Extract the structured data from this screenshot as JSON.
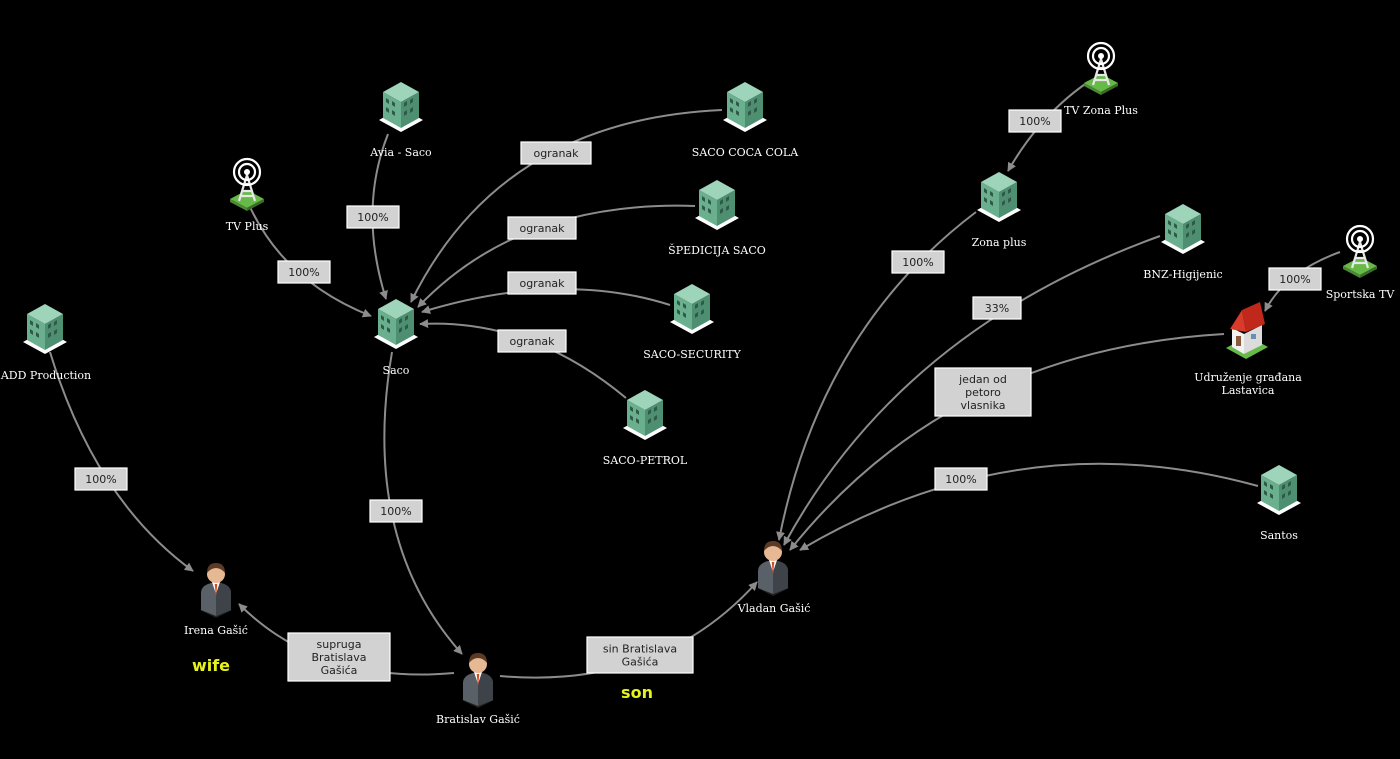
{
  "colors": {
    "background": "#000000",
    "edge": "#8c8c8c",
    "edge_label_box": "#d2d2d2",
    "annotation": "#e6f21e",
    "node_label": "#ffffff"
  },
  "nodes": {
    "add_production": {
      "label": [
        "ADD Production"
      ],
      "icon": "building-icon"
    },
    "irena": {
      "label": [
        "Irena Gašić"
      ],
      "icon": "person-icon"
    },
    "tv_plus": {
      "label": [
        "TV Plus"
      ],
      "icon": "antenna-icon"
    },
    "avia_saco": {
      "label": [
        "Avia - Saco"
      ],
      "icon": "building-icon"
    },
    "saco": {
      "label": [
        "Saco"
      ],
      "icon": "building-icon"
    },
    "saco_coca_cola": {
      "label": [
        "SACO COCA COLA"
      ],
      "icon": "building-icon"
    },
    "spedicija_saco": {
      "label": [
        "ŠPEDICIJA SACO"
      ],
      "icon": "building-icon"
    },
    "saco_security": {
      "label": [
        "SACO-SECURITY"
      ],
      "icon": "building-icon"
    },
    "saco_petrol": {
      "label": [
        "SACO-PETROL"
      ],
      "icon": "building-icon"
    },
    "bratislav": {
      "label": [
        "Bratislav Gašić"
      ],
      "icon": "person-icon"
    },
    "vladan": {
      "label": [
        "Vladan Gašić"
      ],
      "icon": "person-icon"
    },
    "tv_zona_plus": {
      "label": [
        "TV Zona Plus"
      ],
      "icon": "antenna-icon"
    },
    "zona_plus": {
      "label": [
        "Zona plus"
      ],
      "icon": "building-icon"
    },
    "bnz": {
      "label": [
        "BNZ-Higijenic"
      ],
      "icon": "building-icon"
    },
    "sportska_tv": {
      "label": [
        "Sportska TV"
      ],
      "icon": "antenna-icon"
    },
    "udruzenje": {
      "label": [
        "Udruženje građana",
        "Lastavica"
      ],
      "icon": "house-icon"
    },
    "santos": {
      "label": [
        "Santos"
      ],
      "icon": "building-icon"
    }
  },
  "edges": {
    "add_irena": {
      "from": "ADD Production",
      "to": "Irena Gašić",
      "label": [
        "100%"
      ]
    },
    "tvplus_saco": {
      "from": "TV Plus",
      "to": "Saco",
      "label": [
        "100%"
      ]
    },
    "avia_saco": {
      "from": "Avia - Saco",
      "to": "Saco",
      "label": [
        "100%"
      ]
    },
    "cocacola_saco": {
      "from": "SACO COCA COLA",
      "to": "Saco",
      "label": [
        "ogranak"
      ]
    },
    "spedicija_saco": {
      "from": "ŠPEDICIJA SACO",
      "to": "Saco",
      "label": [
        "ogranak"
      ]
    },
    "security_saco": {
      "from": "SACO-SECURITY",
      "to": "Saco",
      "label": [
        "ogranak"
      ]
    },
    "petrol_saco": {
      "from": "SACO-PETROL",
      "to": "Saco",
      "label": [
        "ogranak"
      ]
    },
    "saco_bratislav": {
      "from": "Saco",
      "to": "Bratislav Gašić",
      "label": [
        "100%"
      ]
    },
    "bratislav_irena": {
      "from": "Bratislav Gašić",
      "to": "Irena Gašić",
      "label": [
        "supruga",
        "Bratislava",
        "Gašića"
      ]
    },
    "bratislav_vladan": {
      "from": "Bratislav Gašić",
      "to": "Vladan Gašić",
      "label": [
        "sin Bratislava",
        "Gašića"
      ]
    },
    "tvzona_zona": {
      "from": "TV Zona Plus",
      "to": "Zona plus",
      "label": [
        "100%"
      ]
    },
    "zona_vladan": {
      "from": "Zona plus",
      "to": "Vladan Gašić",
      "label": [
        "100%"
      ]
    },
    "bnz_vladan": {
      "from": "BNZ-Higijenic",
      "to": "Vladan Gašić",
      "label": [
        "33%"
      ]
    },
    "sportska_udruzenje": {
      "from": "Sportska TV",
      "to": "Udruženje građana Lastavica",
      "label": [
        "100%"
      ]
    },
    "udruzenje_vladan": {
      "from": "Udruženje građana Lastavica",
      "to": "Vladan Gašić",
      "label": [
        "jedan od",
        "petoro",
        "vlasnika"
      ]
    },
    "santos_vladan": {
      "from": "Santos",
      "to": "Vladan Gašić",
      "label": [
        "100%"
      ]
    }
  },
  "annotations": {
    "wife": "wife",
    "son": "son"
  }
}
